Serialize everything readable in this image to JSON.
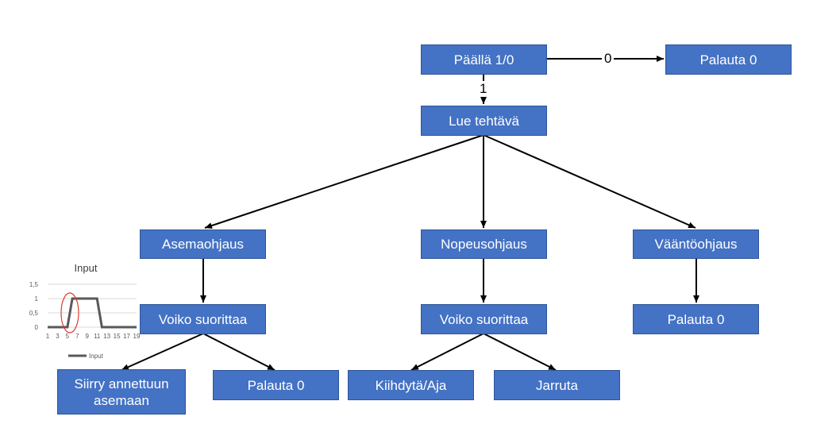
{
  "nodes": {
    "paalla": "Päällä 1/0",
    "palauta_top": "Palauta 0",
    "lue": "Lue tehtävä",
    "asema": "Asemaohjaus",
    "nopeus": "Nopeusohjaus",
    "vanto": "Vääntöohjaus",
    "voiko1": "Voiko suorittaa",
    "voiko2": "Voiko suorittaa",
    "palauta_right": "Palauta 0",
    "siirry": "Siirry annettuun asemaan",
    "palauta_mid": "Palauta 0",
    "kiihdyta": "Kiihdytä/Aja",
    "jarruta": "Jarruta"
  },
  "edge_labels": {
    "zero": "0",
    "one": "1"
  },
  "chart_data": {
    "type": "line",
    "title": "Input",
    "x": [
      1,
      2,
      3,
      4,
      5,
      6,
      7,
      8,
      9,
      10,
      11,
      12,
      13,
      14,
      15,
      16,
      17,
      18,
      19
    ],
    "x_tick_labels": [
      "1",
      "3",
      "5",
      "7",
      "9",
      "11",
      "13",
      "15",
      "17",
      "19"
    ],
    "series": [
      {
        "name": "Input",
        "values": [
          0,
          0,
          0,
          0,
          0,
          1,
          1,
          1,
          1,
          1,
          1,
          0,
          0,
          0,
          0,
          0,
          0,
          0,
          0
        ]
      }
    ],
    "y_tick_labels": [
      "0",
      "0,5",
      "1",
      "1,5"
    ],
    "ylim": [
      0,
      1.5
    ],
    "grid": true,
    "legend": "bottom",
    "colors": {
      "line": "#595959",
      "highlight": "#e03c31"
    }
  }
}
